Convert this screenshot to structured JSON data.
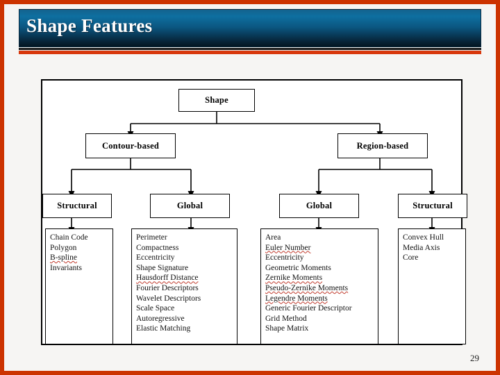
{
  "slide": {
    "title": "Shape Features",
    "page_number": "29",
    "accent_color": "#CC3300",
    "title_gradient_top": "#14628E",
    "title_gradient_bottom": "#041521",
    "background_color": "#F6F5F3"
  },
  "diagram": {
    "type": "tree",
    "root": {
      "label": "Shape"
    },
    "level2": [
      {
        "label": "Contour-based"
      },
      {
        "label": "Region-based"
      }
    ],
    "level3": [
      {
        "label": "Structural"
      },
      {
        "label": "Global"
      },
      {
        "label": "Global"
      },
      {
        "label": "Structural"
      }
    ],
    "leaves": [
      {
        "parent": "Contour-based / Structural",
        "items": [
          {
            "text": "Chain Code",
            "spellflag": false
          },
          {
            "text": "Polygon",
            "spellflag": false
          },
          {
            "text": "B-spline",
            "spellflag": true
          },
          {
            "text": "Invariants",
            "spellflag": false
          }
        ]
      },
      {
        "parent": "Contour-based / Global",
        "items": [
          {
            "text": "Perimeter",
            "spellflag": false
          },
          {
            "text": "Compactness",
            "spellflag": false
          },
          {
            "text": "Eccentricity",
            "spellflag": false
          },
          {
            "text": "Shape Signature",
            "spellflag": false
          },
          {
            "text": "Hausdorff Distance",
            "spellflag": true
          },
          {
            "text": "Fourier Descriptors",
            "spellflag": false
          },
          {
            "text": "Wavelet Descriptors",
            "spellflag": false
          },
          {
            "text": "Scale Space",
            "spellflag": false
          },
          {
            "text": "Autoregressive",
            "spellflag": false
          },
          {
            "text": "Elastic Matching",
            "spellflag": false
          }
        ]
      },
      {
        "parent": "Region-based / Global",
        "items": [
          {
            "text": "Area",
            "spellflag": false
          },
          {
            "text": "Euler Number",
            "spellflag": true
          },
          {
            "text": "Eccentricity",
            "spellflag": false
          },
          {
            "text": "Geometric Moments",
            "spellflag": false
          },
          {
            "text": "Zernike Moments",
            "spellflag": true
          },
          {
            "text": "Pseudo-Zernike Moments",
            "spellflag": true
          },
          {
            "text": "Legendre Moments",
            "spellflag": true
          },
          {
            "text": "Generic Fourier Descriptor",
            "spellflag": false
          },
          {
            "text": "Grid Method",
            "spellflag": false
          },
          {
            "text": "Shape Matrix",
            "spellflag": false
          }
        ]
      },
      {
        "parent": "Region-based / Structural",
        "items": [
          {
            "text": "Convex Hull",
            "spellflag": false
          },
          {
            "text": "Media Axis",
            "spellflag": false
          },
          {
            "text": "Core",
            "spellflag": false
          }
        ]
      }
    ]
  }
}
